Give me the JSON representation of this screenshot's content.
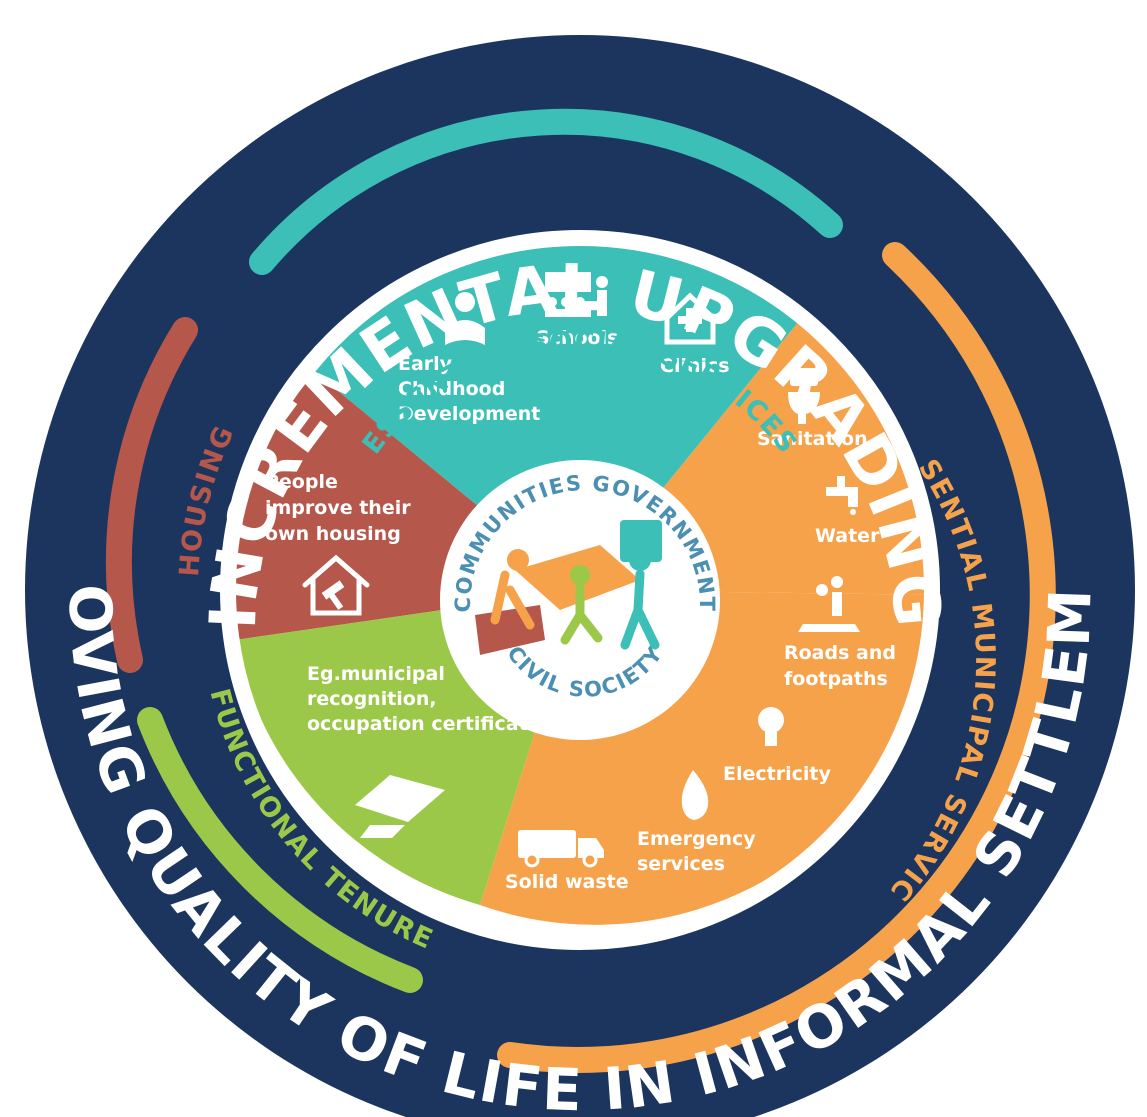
{
  "title_top": "INCREMENTAL UPGRADING",
  "title_bottom": "IMPROVING QUALITY OF LIFE IN INFORMAL SETTLEMENTS",
  "rings": {
    "social": "ESSENTIAL SOCIAL SERVICES",
    "municipal": "ESSENTIAL MUNICIPAL SERVICES",
    "housing": "HOUSING",
    "tenure": "FUNCTIONAL TENURE"
  },
  "hub": {
    "communities": "COMMUNITIES",
    "government": "GOVERNMENT",
    "civil_society": "CIVIL SOCIETY"
  },
  "social_services": {
    "ecd": [
      "Early",
      "Childhood",
      "Development"
    ],
    "schools": "Schools",
    "clinics": "Clinics"
  },
  "housing": {
    "text": [
      "People",
      "improve their",
      "own housing"
    ]
  },
  "tenure": {
    "text": [
      "Eg.municipal",
      "recognition,",
      "occupation certificate"
    ]
  },
  "municipal_services": {
    "sanitation": "Sanitation",
    "water": "Water",
    "roads": [
      "Roads and",
      "footpaths"
    ],
    "electricity": "Electricity",
    "emergency": [
      "Emergency",
      "services"
    ],
    "solid_waste": "Solid waste"
  },
  "colors": {
    "navy": "#1c355e",
    "teal": "#3bbfb7",
    "orange": "#f6a24a",
    "brick": "#b5574b",
    "green": "#9cc84a",
    "hub_blue": "#4b8fb3"
  }
}
